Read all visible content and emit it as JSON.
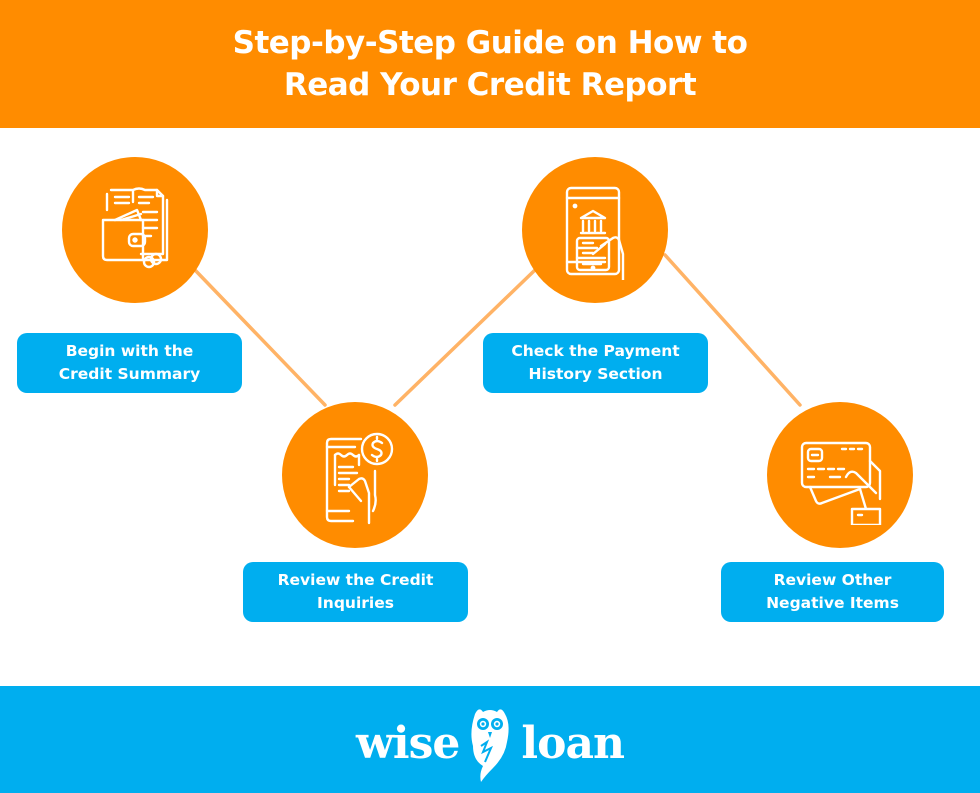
{
  "header": {
    "title_line1": "Step-by-Step Guide on How to",
    "title_line2": "Read Your Credit Report"
  },
  "steps": [
    {
      "label_line1": "Begin with the",
      "label_line2": "Credit Summary",
      "icon": "wallet-document-icon"
    },
    {
      "label_line1": "Review the Credit",
      "label_line2": "Inquiries",
      "icon": "phone-receipt-dollar-icon"
    },
    {
      "label_line1": "Check the Payment",
      "label_line2": "History Section",
      "icon": "phone-bank-icon"
    },
    {
      "label_line1": "Review Other",
      "label_line2": "Negative Items",
      "icon": "hand-credit-card-icon"
    }
  ],
  "footer": {
    "logo_left": "wise",
    "logo_right": "loan",
    "logo_icon": "owl-icon"
  },
  "colors": {
    "orange": "#ff8c00",
    "blue": "#00aeef",
    "connector": "#ffb366",
    "white": "#ffffff"
  }
}
